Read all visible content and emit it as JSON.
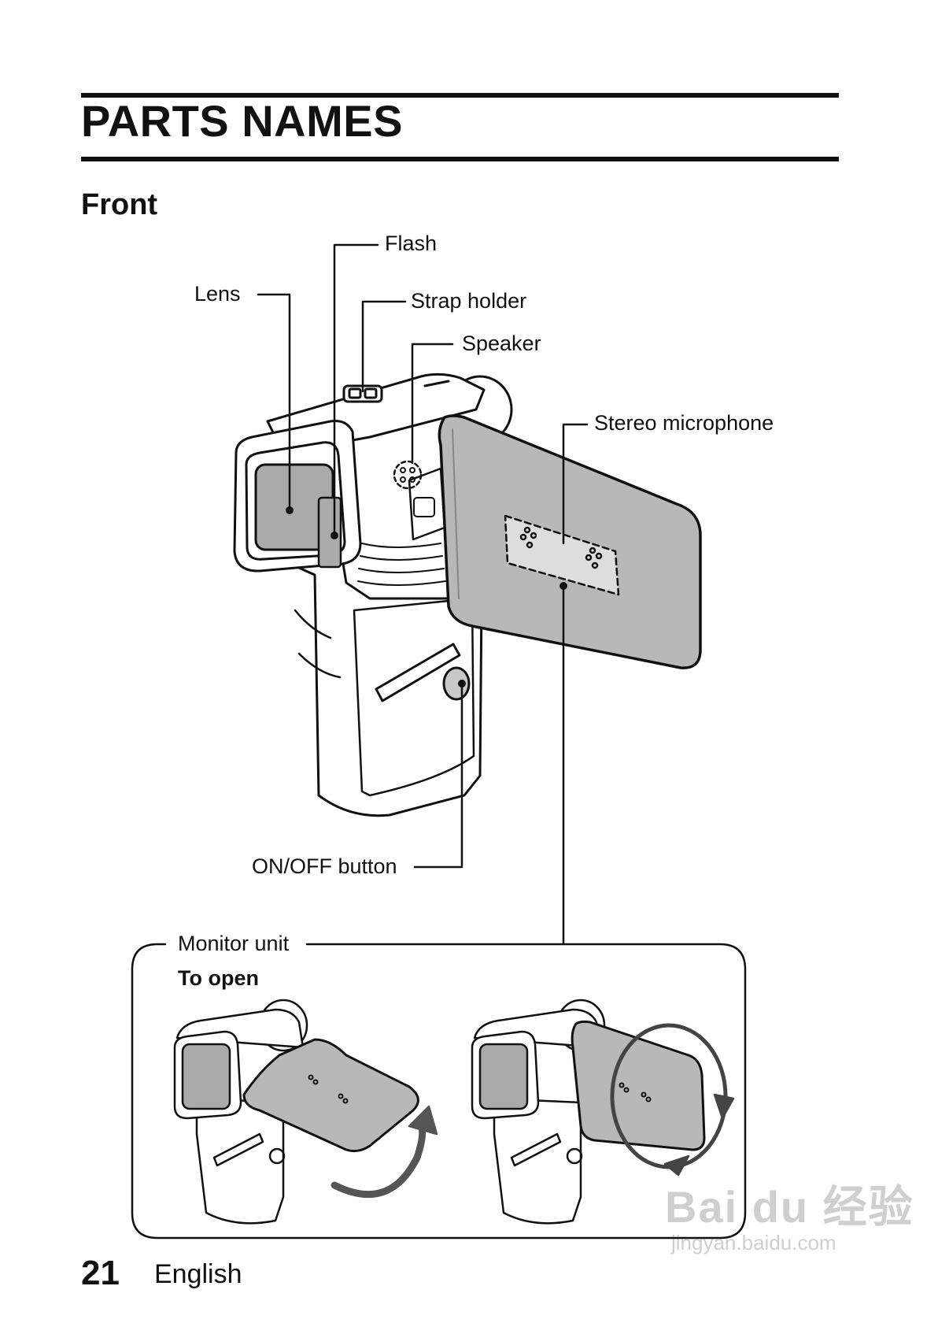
{
  "header": {
    "title": "PARTS NAMES",
    "section": "Front"
  },
  "labels": {
    "flash": "Flash",
    "lens": "Lens",
    "strap_holder": "Strap holder",
    "speaker": "Speaker",
    "stereo_microphone": "Stereo microphone",
    "on_off_button": "ON/OFF button",
    "monitor_unit": "Monitor unit",
    "to_open": "To open"
  },
  "footer": {
    "page_number": "21",
    "language": "English"
  },
  "watermark": {
    "text": "Bai du 经验",
    "url_text": "jingyan.baidu.com"
  },
  "colors": {
    "ink": "#111111",
    "panel_gray": "#b8b8b8",
    "lens_gray": "#aaaaaa",
    "watermark": "#cfcfcf"
  }
}
